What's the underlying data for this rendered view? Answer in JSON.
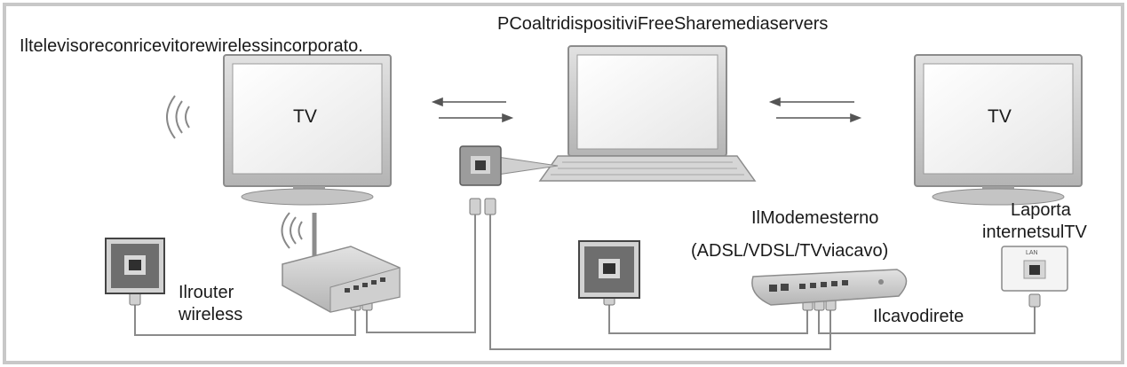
{
  "labels": {
    "tv_wireless_caption": "Iltelevisoreconricevitorewirelessincorporato.",
    "pc_caption": "PCoaltridispositiviFreeSharemediaservers",
    "tv_left_screen": "TV",
    "tv_right_screen": "TV",
    "router_line1": "Ilrouter",
    "router_line2": "wireless",
    "modem_line1": "IlModemesterno",
    "modem_line2": "(ADSL/VDSL/TVviacavo)",
    "lan_port_line1": "Laporta",
    "lan_port_line2": "internetsulTV",
    "cable_label": "Ilcavodirete",
    "lan_jack_text": "LAN"
  },
  "colors": {
    "line": "#8a8a8a",
    "device_gray": "#c8c8c8",
    "screen_fill": "#f2f2f2",
    "wall_plate": "#6e6e6e",
    "socket_gray": "#c9c9c9"
  }
}
